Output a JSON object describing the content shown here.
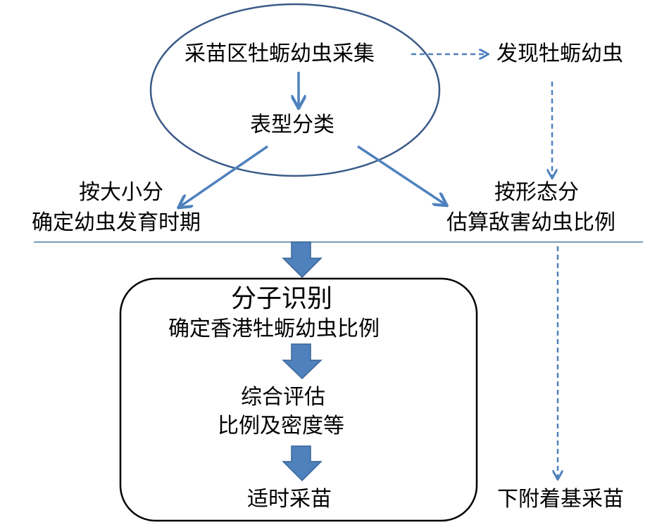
{
  "nodes": {
    "collect": "采苗区牡蛎幼虫采集",
    "phenotype": "表型分类",
    "found": "发现牡蛎幼虫",
    "size_line1": "按大小分",
    "size_line2": "确定幼虫发育时期",
    "morph_line1": "按形态分",
    "morph_line2": "估算敌害幼虫比例",
    "molecular_title": "分子识别",
    "molecular_sub": "确定香港牡蛎幼虫比例",
    "assess_line1": "综合评估",
    "assess_line2": "比例及密度等",
    "timely": "适时采苗",
    "attach": "下附着基采苗"
  },
  "colors": {
    "arrow": "#4f81bd",
    "ellipse": "#3a5a88",
    "divider": "#4a7aa0",
    "box_border": "#000000",
    "text": "#000000"
  }
}
